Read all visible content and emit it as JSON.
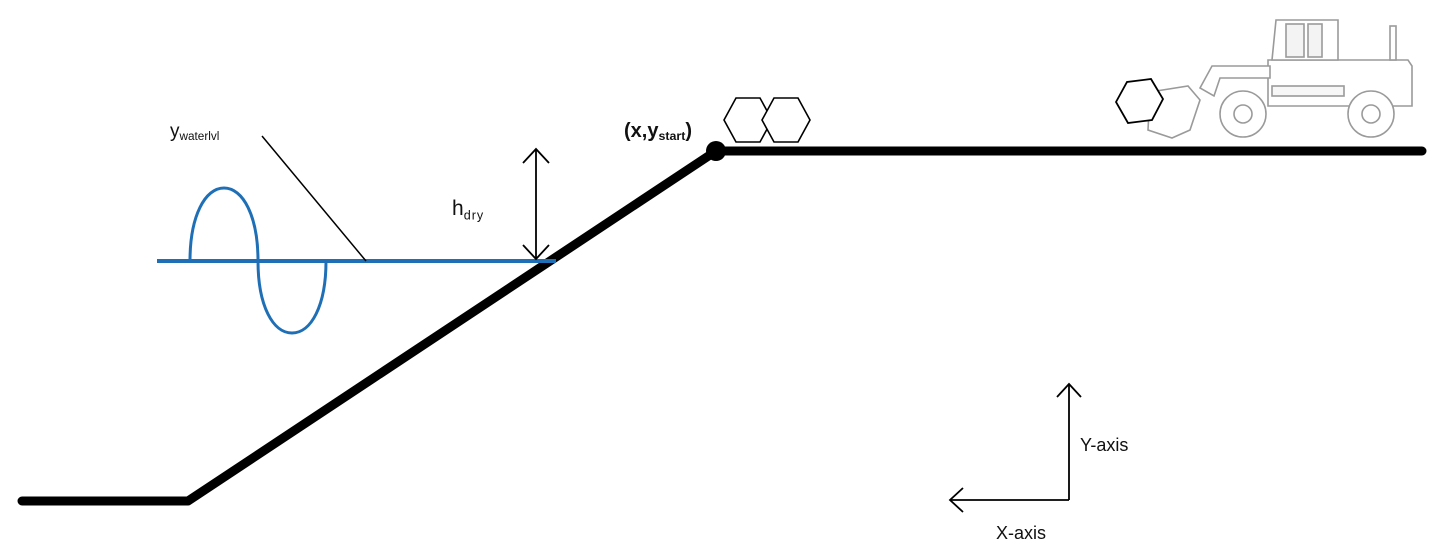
{
  "labels": {
    "water_level_base": "y",
    "water_level_sub": "waterlvl",
    "dry_height_base": "h",
    "dry_height_sub": "dry",
    "start_point_prefix": "(x,y",
    "start_point_sub": "start",
    "start_point_suffix": ")",
    "y_axis": "Y-axis",
    "x_axis": "X-axis"
  },
  "colors": {
    "ground": "#000000",
    "water": "#1f6fb6",
    "vehicle": "#9a9a9a"
  },
  "icons": {
    "vehicle": "loader-icon",
    "unit": "hexagon-icon"
  }
}
